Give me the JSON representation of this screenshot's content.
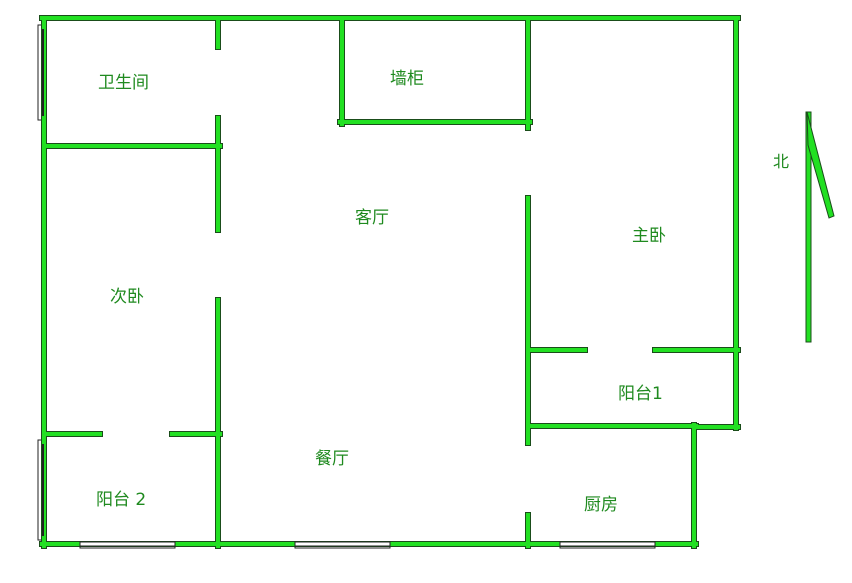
{
  "rooms": {
    "bathroom": "卫生间",
    "wall_cabinet": "墙柜",
    "living_room": "客厅",
    "master_bedroom": "主卧",
    "second_bedroom": "次卧",
    "balcony_1": "阳台1",
    "balcony_2": "阳台 2",
    "dining_room": "餐厅",
    "kitchen": "厨房"
  },
  "compass": {
    "label": "北"
  },
  "colors": {
    "wall": "#22e022",
    "wall_outline": "#1a4d1a",
    "text": "#1f8a1f"
  }
}
